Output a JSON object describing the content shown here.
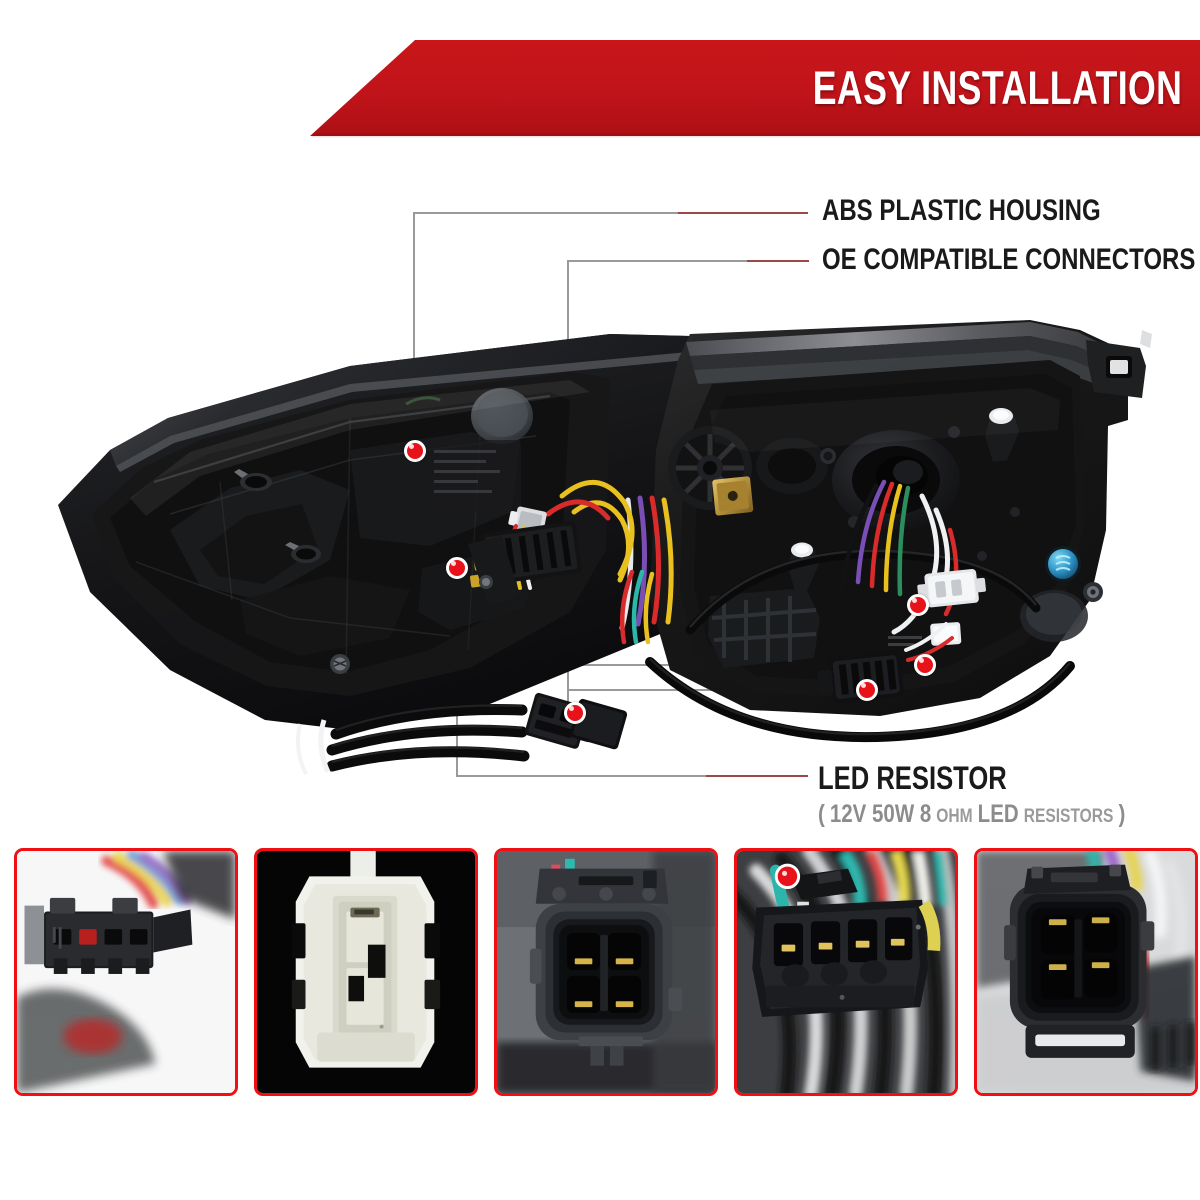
{
  "header": {
    "title": "EASY INSTALLATION",
    "banner_color": "#C4141A",
    "title_color": "#FFFFFF"
  },
  "callouts": [
    {
      "id": "abs-plastic-housing",
      "label": "ABS PLASTIC HOUSING"
    },
    {
      "id": "oe-compatible-connectors",
      "label": "OE COMPATIBLE CONNECTORS"
    },
    {
      "id": "led-resistor",
      "label": "LED RESISTOR",
      "sub_open": "(",
      "sub_1": "12V 50W 8",
      "sub_ohm": "OHM",
      "sub_led": "LED",
      "sub_resistors": "RESISTORS",
      "sub_close": ")"
    }
  ],
  "markers": {
    "count": 6,
    "color": "#E8121B",
    "ring_color": "#FFFFFF"
  },
  "product": {
    "name": "headlight-assembly",
    "view": "rear-three-quarter",
    "housing_color": "#1b1b1c",
    "lens_color": "#232325"
  },
  "thumbnails": [
    {
      "id": "thumb-resistor-connector",
      "caption": "",
      "border_color": "#EE1013",
      "bg": "#ffffff"
    },
    {
      "id": "thumb-white-bulb-socket",
      "caption": "",
      "border_color": "#EE1013",
      "bg": "#000000"
    },
    {
      "id": "thumb-oe-four-pin-female",
      "caption": "",
      "border_color": "#EE1013",
      "bg": "#6b6e72"
    },
    {
      "id": "thumb-inline-four-pin-male",
      "caption": "",
      "border_color": "#EE1013",
      "bg": "#4a4a4c"
    },
    {
      "id": "thumb-oe-four-pin-male",
      "caption": "",
      "border_color": "#EE1013",
      "bg": "#d8d8d8"
    }
  ],
  "colors": {
    "banner_red": "#C4141A",
    "thumb_border_red": "#EE1013",
    "marker_red": "#E8121B",
    "leader_gray": "#9A9A9A",
    "leader_red": "#9B4848",
    "label_black": "#1A1A1A",
    "sub_gray": "#8C8C8C"
  }
}
